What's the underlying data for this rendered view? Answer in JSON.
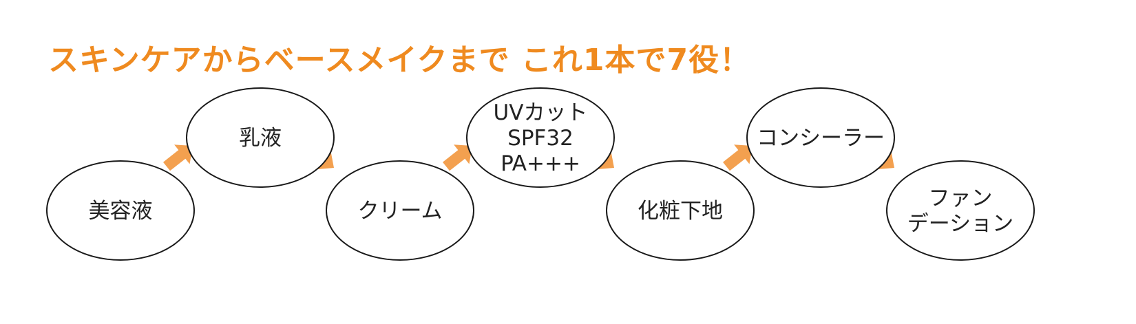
{
  "headline": "スキンケアからベースメイクまで これ1本で7役！",
  "colors": {
    "headline": "#ef8a1f",
    "arrow": "#f3a04f",
    "node_stroke": "#1a1a1a",
    "node_text": "#222222"
  },
  "nodes": [
    {
      "id": "serum",
      "lines": [
        "美容液"
      ]
    },
    {
      "id": "emulsion",
      "lines": [
        "乳液"
      ]
    },
    {
      "id": "cream",
      "lines": [
        "クリーム"
      ]
    },
    {
      "id": "uv-cut",
      "lines": [
        "UVカット",
        "SPF32",
        "PA+++"
      ]
    },
    {
      "id": "makeup-base",
      "lines": [
        "化粧下地"
      ]
    },
    {
      "id": "concealer",
      "lines": [
        "コンシーラー"
      ]
    },
    {
      "id": "foundation",
      "lines": [
        "ファン",
        "デーション"
      ]
    }
  ]
}
